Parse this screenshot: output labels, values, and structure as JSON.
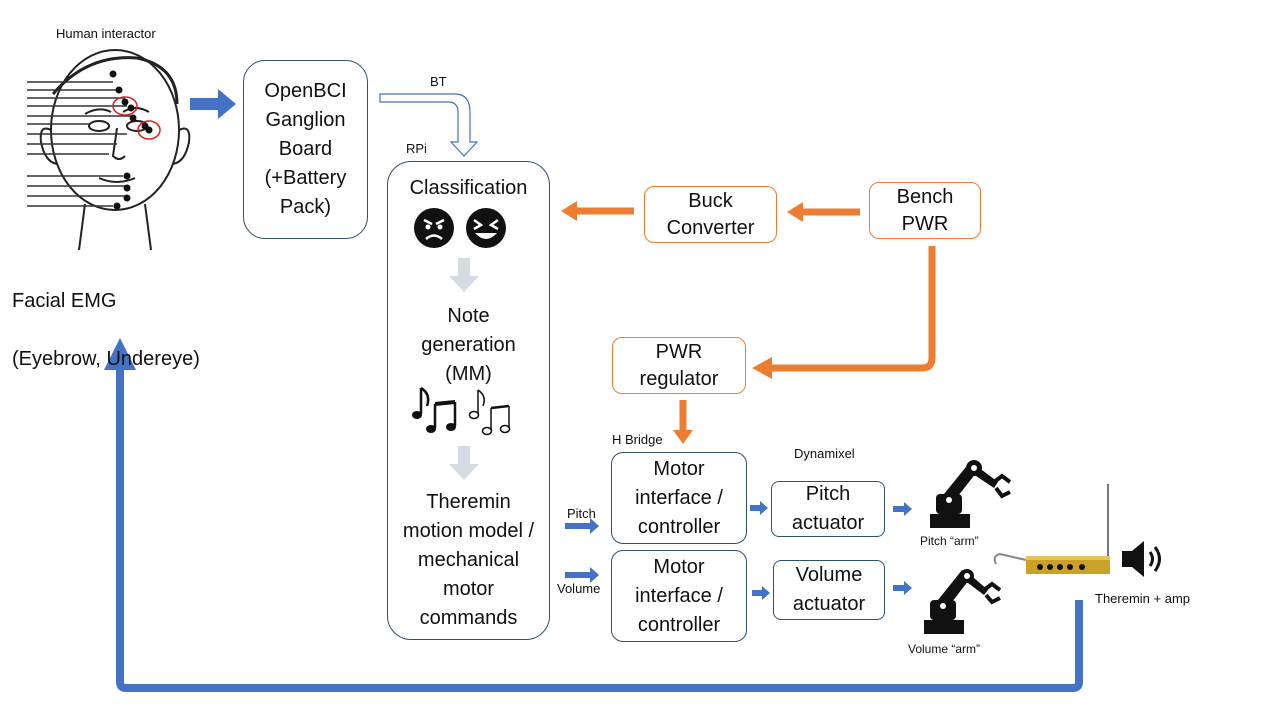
{
  "human": {
    "title": "Human interactor",
    "caption_line1": "Facial EMG",
    "caption_line2": "(Eyebrow, Undereye)"
  },
  "boxes": {
    "openbci": "OpenBCI\nGanglion\nBoard\n(+Battery\nPack)",
    "classification": "Classification",
    "note_generation": "Note\ngeneration\n(MM)",
    "theremin_model": "Theremin\nmotion model /\nmechanical\nmotor\ncommands",
    "buck": "Buck\nConverter",
    "bench": "Bench\nPWR",
    "pwr_reg": "PWR\nregulator",
    "motor1": "Motor\ninterface /\ncontroller",
    "motor2": "Motor\ninterface /\ncontroller",
    "pitch_act": "Pitch\nactuator",
    "volume_act": "Volume\nactuator"
  },
  "labels": {
    "bt": "BT",
    "rpi": "RPi",
    "hbridge": "H Bridge",
    "dynamixel": "Dynamixel",
    "pitch": "Pitch",
    "volume": "Volume",
    "pitch_arm": "Pitch “arm”",
    "volume_arm": "Volume “arm”",
    "theremin_amp": "Theremin + amp"
  },
  "colors": {
    "blue_arrow": "#4472C4",
    "orange": "#ED7D31",
    "box_border": "#2F4F70",
    "grey_arrow": "#D6DCE5"
  },
  "icons": [
    "face-sketch-icon",
    "angry-face-icon",
    "laughing-face-icon",
    "music-notes-icon",
    "robot-arm-icon",
    "theremin-icon",
    "speaker-icon"
  ]
}
